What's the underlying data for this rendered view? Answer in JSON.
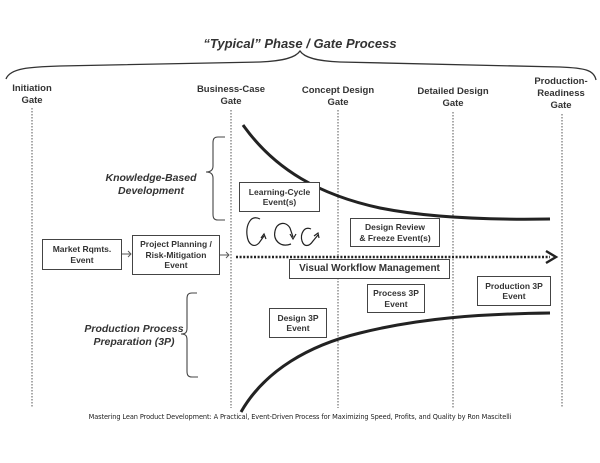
{
  "title": "“Typical” Phase / Gate Process",
  "gates": [
    {
      "line1": "Initiation",
      "line2": "Gate",
      "line3": ""
    },
    {
      "line1": "Business-Case",
      "line2": "Gate",
      "line3": ""
    },
    {
      "line1": "Concept Design",
      "line2": "Gate",
      "line3": ""
    },
    {
      "line1": "Detailed Design",
      "line2": "Gate",
      "line3": ""
    },
    {
      "line1": "Production-",
      "line2": "Readiness",
      "line3": "Gate"
    }
  ],
  "side_labels": {
    "knowledge": {
      "line1": "Knowledge-Based",
      "line2": "Development"
    },
    "production": {
      "line1": "Production Process",
      "line2": "Preparation (3P)"
    }
  },
  "boxes": {
    "market": {
      "line1": "Market Rqmts.",
      "line2": "Event"
    },
    "planning": {
      "line1": "Project Planning /",
      "line2": "Risk-Mitigation",
      "line3": "Event"
    },
    "learning": {
      "line1": "Learning-Cycle",
      "line2": "Event(s)"
    },
    "design_review": {
      "line1": "Design Review",
      "line2": "& Freeze Event(s)"
    },
    "vwm": {
      "label": "Visual Workflow Management"
    },
    "design3p": {
      "line1": "Design 3P",
      "line2": "Event"
    },
    "process3p": {
      "line1": "Process 3P",
      "line2": "Event"
    },
    "production3p": {
      "line1": "Production 3P",
      "line2": "Event"
    }
  },
  "icons": {
    "learning_cycles": "cycle-arrows-icon",
    "flow_arrow": "dotted-arrow-icon"
  },
  "caption": "Mastering Lean Product Development: A Practical, Event-Driven Process for Maximizing Speed, Profits, and Quality by Ron Mascitelli",
  "colors": {
    "ink": "#2a2a2a",
    "background": "#ffffff"
  }
}
